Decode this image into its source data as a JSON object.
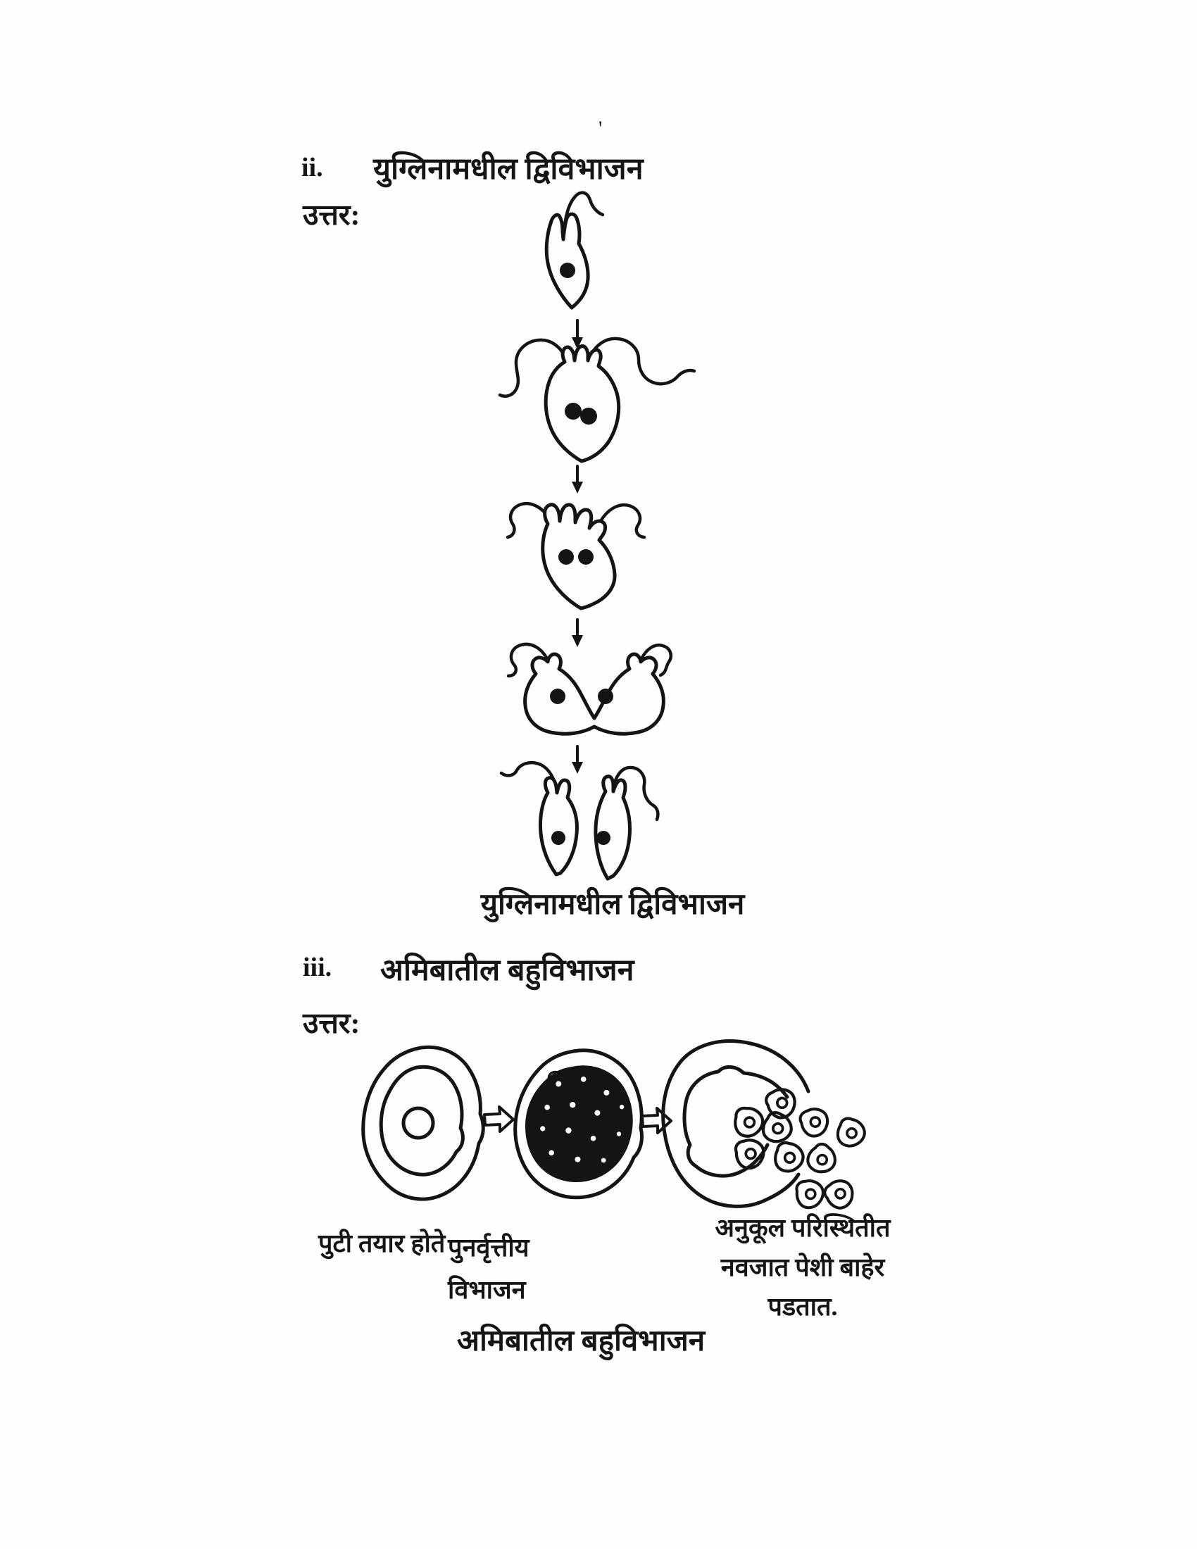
{
  "page": {
    "background": "#fefefe",
    "ink_color": "#141414",
    "stray_mark": "'"
  },
  "section_ii": {
    "number": "ii.",
    "title": "युग्लिनामधील द्विविभाजन",
    "answer_label": "उत्तर:",
    "figure_caption": "युग्लिनामधील द्विविभाजन",
    "figure_name": "euglena-binary-fission-diagram",
    "stage_names": [
      "euglena-single-cell",
      "euglena-nucleus-dividing",
      "euglena-flagella-duplicated",
      "euglena-longitudinal-splitting",
      "euglena-two-daughter-cells"
    ]
  },
  "section_iii": {
    "number": "iii.",
    "title": "अमिबातील बहुविभाजन",
    "answer_label": "उत्तर:",
    "figure_caption": "अमिबातील बहुविभाजन",
    "figure_name": "amoeba-multiple-fission-diagram",
    "labels": {
      "stage1": "पुटी तयार होते",
      "stage2_line1": "पुनर्वृत्तीय",
      "stage2_line2": "विभाजन",
      "stage3_line1": "अनुकूल परिस्थितीत",
      "stage3_line2": "नवजात पेशी बाहेर",
      "stage3_line3": "पडतात."
    }
  }
}
